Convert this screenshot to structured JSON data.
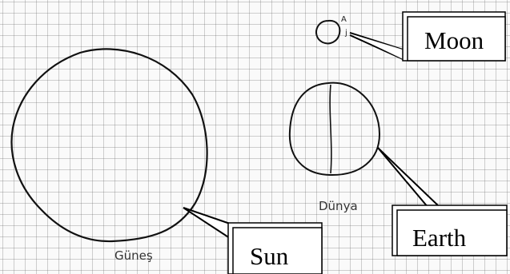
{
  "handwritten": {
    "sun": "Güneş",
    "earth": "Dünya",
    "moon": "Ay"
  },
  "callouts": {
    "moon": "Moon",
    "sun": "Sun",
    "earth": "Earth"
  }
}
